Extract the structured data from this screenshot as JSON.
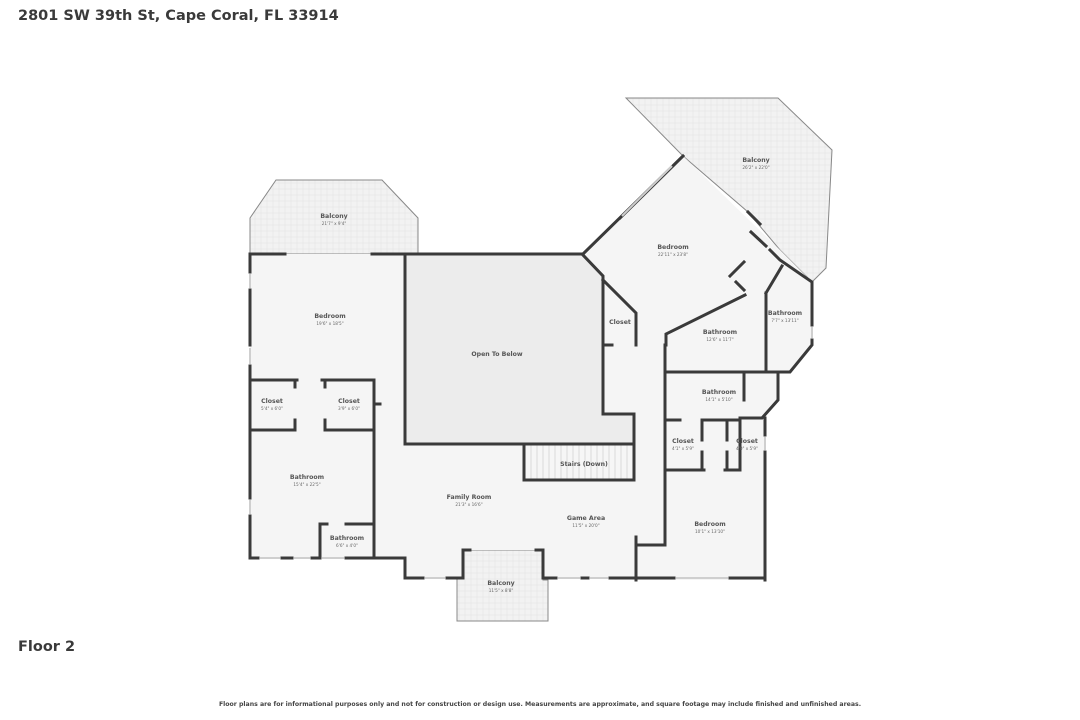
{
  "header": {
    "address": "2801 SW 39th St, Cape Coral, FL 33914"
  },
  "floor": {
    "label": "Floor 2"
  },
  "footer": {
    "disclaimer": "Floor plans are for informational purposes only and not for construction or design use. Measurements are approximate, and square footage may include finished and unfinished areas."
  },
  "colors": {
    "wall": "#3a3a3a",
    "room_fill": "#f4f4f4",
    "open_below_fill": "#ececec",
    "balcony_fill": "#f1f1f1",
    "window": "#cfcfcf"
  },
  "rooms": {
    "balcony_nw": {
      "name": "Balcony",
      "dims": "21'7\" x 9'4\""
    },
    "bedroom_w": {
      "name": "Bedroom",
      "dims": "19'6\" x 18'5\""
    },
    "closet_w1": {
      "name": "Closet",
      "dims": "5'4\" x 6'0\""
    },
    "closet_w2": {
      "name": "Closet",
      "dims": "3'9\" x 6'0\""
    },
    "bathroom_w": {
      "name": "Bathroom",
      "dims": "15'4\" x 22'5\""
    },
    "bathroom_small": {
      "name": "Bathroom",
      "dims": "6'6\" x 4'0\""
    },
    "open_below": {
      "name": "Open To Below"
    },
    "closet_center": {
      "name": "Closet"
    },
    "bedroom_ne": {
      "name": "Bedroom",
      "dims": "22'11\" x 23'8\""
    },
    "balcony_ne": {
      "name": "Balcony",
      "dims": "26'2\" x 22'0\""
    },
    "bathroom_ne1": {
      "name": "Bathroom",
      "dims": "12'6\" x 11'7\""
    },
    "bathroom_ne2": {
      "name": "Bathroom",
      "dims": "7'7\" x 13'11\""
    },
    "bathroom_e": {
      "name": "Bathroom",
      "dims": "14'1\" x 5'10\""
    },
    "closet_e1": {
      "name": "Closet",
      "dims": "4'1\" x 5'9\""
    },
    "closet_e2": {
      "name": "Closet",
      "dims": "4'0\" x 5'9\""
    },
    "bedroom_se": {
      "name": "Bedroom",
      "dims": "10'1\" x 13'10\""
    },
    "stairs": {
      "name": "Stairs (Down)"
    },
    "family_room": {
      "name": "Family Room",
      "dims": "21'3\" x 16'6\""
    },
    "game_area": {
      "name": "Game Area",
      "dims": "11'5\" x 20'0\""
    },
    "balcony_s": {
      "name": "Balcony",
      "dims": "11'5\" x 8'8\""
    }
  }
}
